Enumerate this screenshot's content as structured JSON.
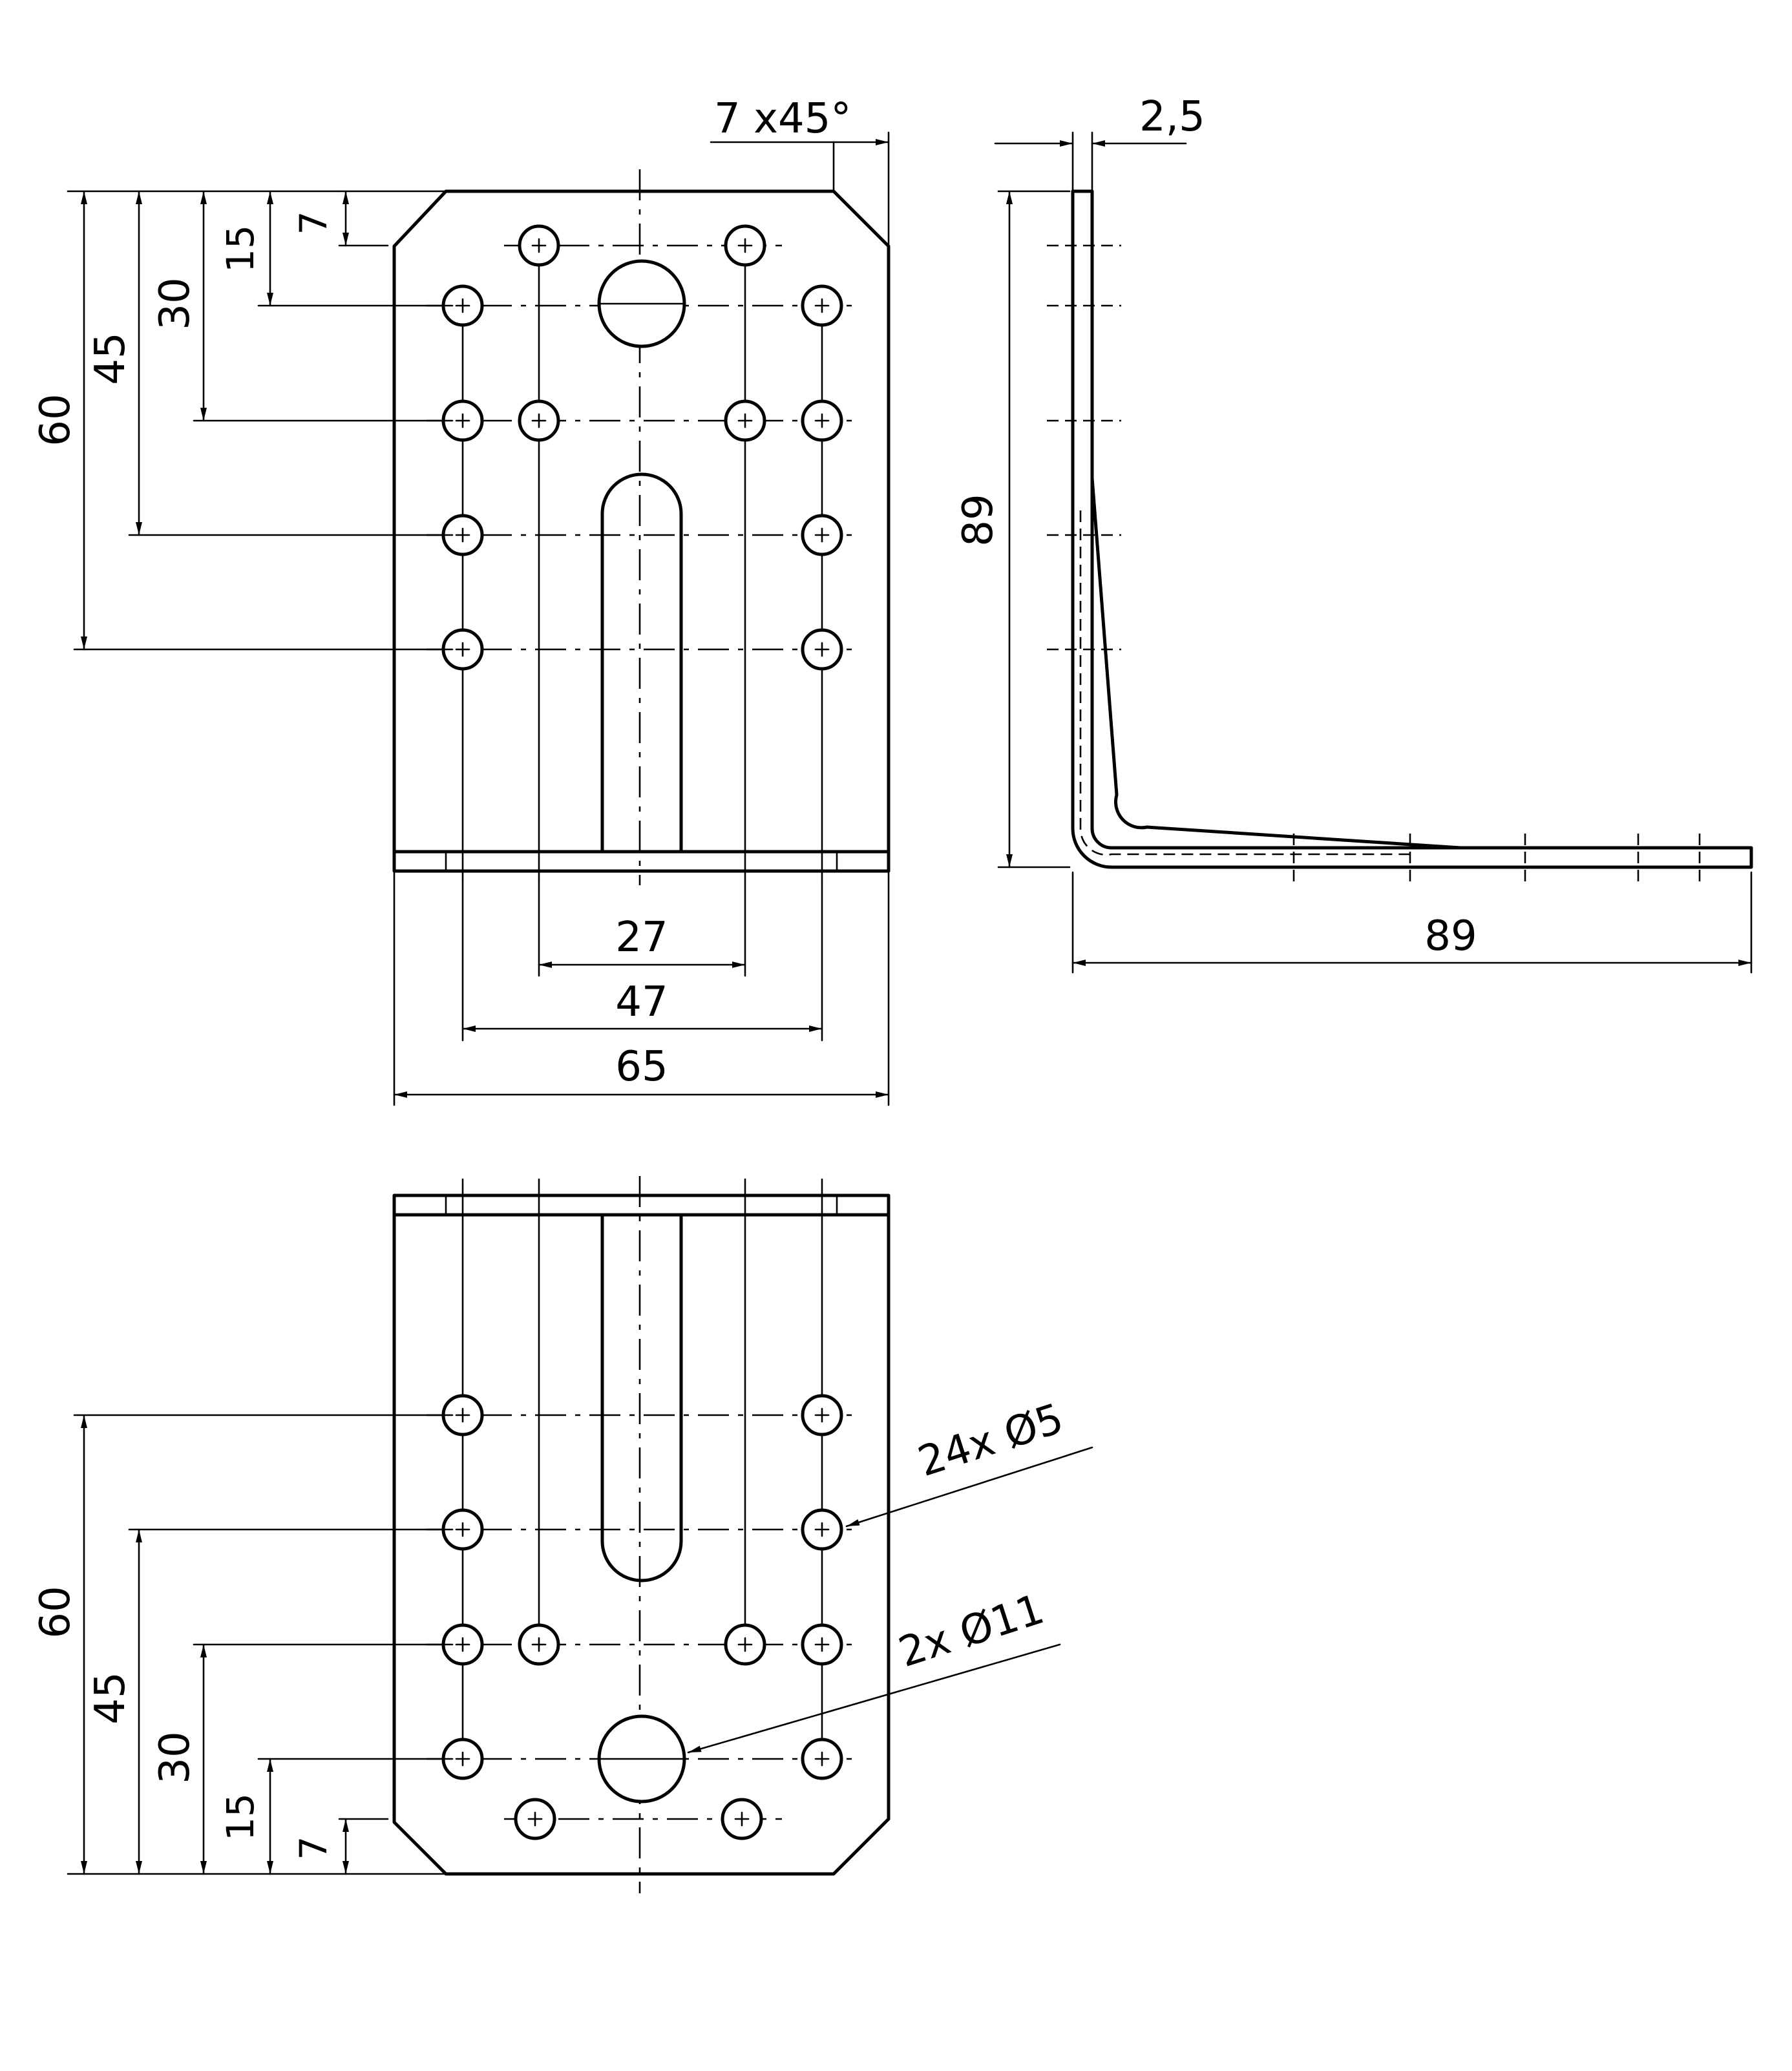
{
  "drawing": {
    "front_view": {
      "chamfer": "7  x45°",
      "height_dims": [
        "7",
        "15",
        "30",
        "45",
        "60"
      ],
      "width_dims": [
        "27",
        "47",
        "65"
      ]
    },
    "side_view": {
      "thickness": "2,5",
      "height": "89",
      "length": "89"
    },
    "bottom_view": {
      "height_dims": [
        "7",
        "15",
        "30",
        "45",
        "60"
      ],
      "callout_small_holes": "24x  Ø5",
      "callout_large_holes": "2x  Ø11"
    }
  }
}
